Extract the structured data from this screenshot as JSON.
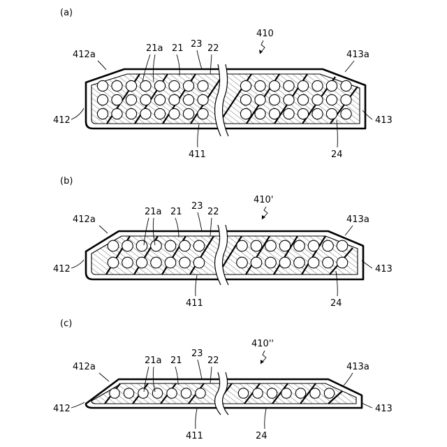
{
  "panels": [
    {
      "key": "a",
      "panel_label": "(a)",
      "ref": "410",
      "labels": {
        "l21a": "21a",
        "l21": "21",
        "l23": "23",
        "l22": "22",
        "l412a": "412a",
        "l413a": "413a",
        "l412": "412",
        "l413": "413",
        "l411": "411",
        "l24": "24"
      }
    },
    {
      "key": "b",
      "panel_label": "(b)",
      "ref": "410'",
      "labels": {
        "l21a": "21a",
        "l21": "21",
        "l23": "23",
        "l22": "22",
        "l412a": "412a",
        "l413a": "413a",
        "l412": "412",
        "l413": "413",
        "l411": "411",
        "l24": "24"
      }
    },
    {
      "key": "c",
      "panel_label": "(c)",
      "ref": "410''",
      "labels": {
        "l21a": "21a",
        "l21": "21",
        "l23": "23",
        "l22": "22",
        "l412a": "412a",
        "l413a": "413a",
        "l412": "412",
        "l413": "413",
        "l411": "411",
        "l24": "24"
      }
    }
  ]
}
